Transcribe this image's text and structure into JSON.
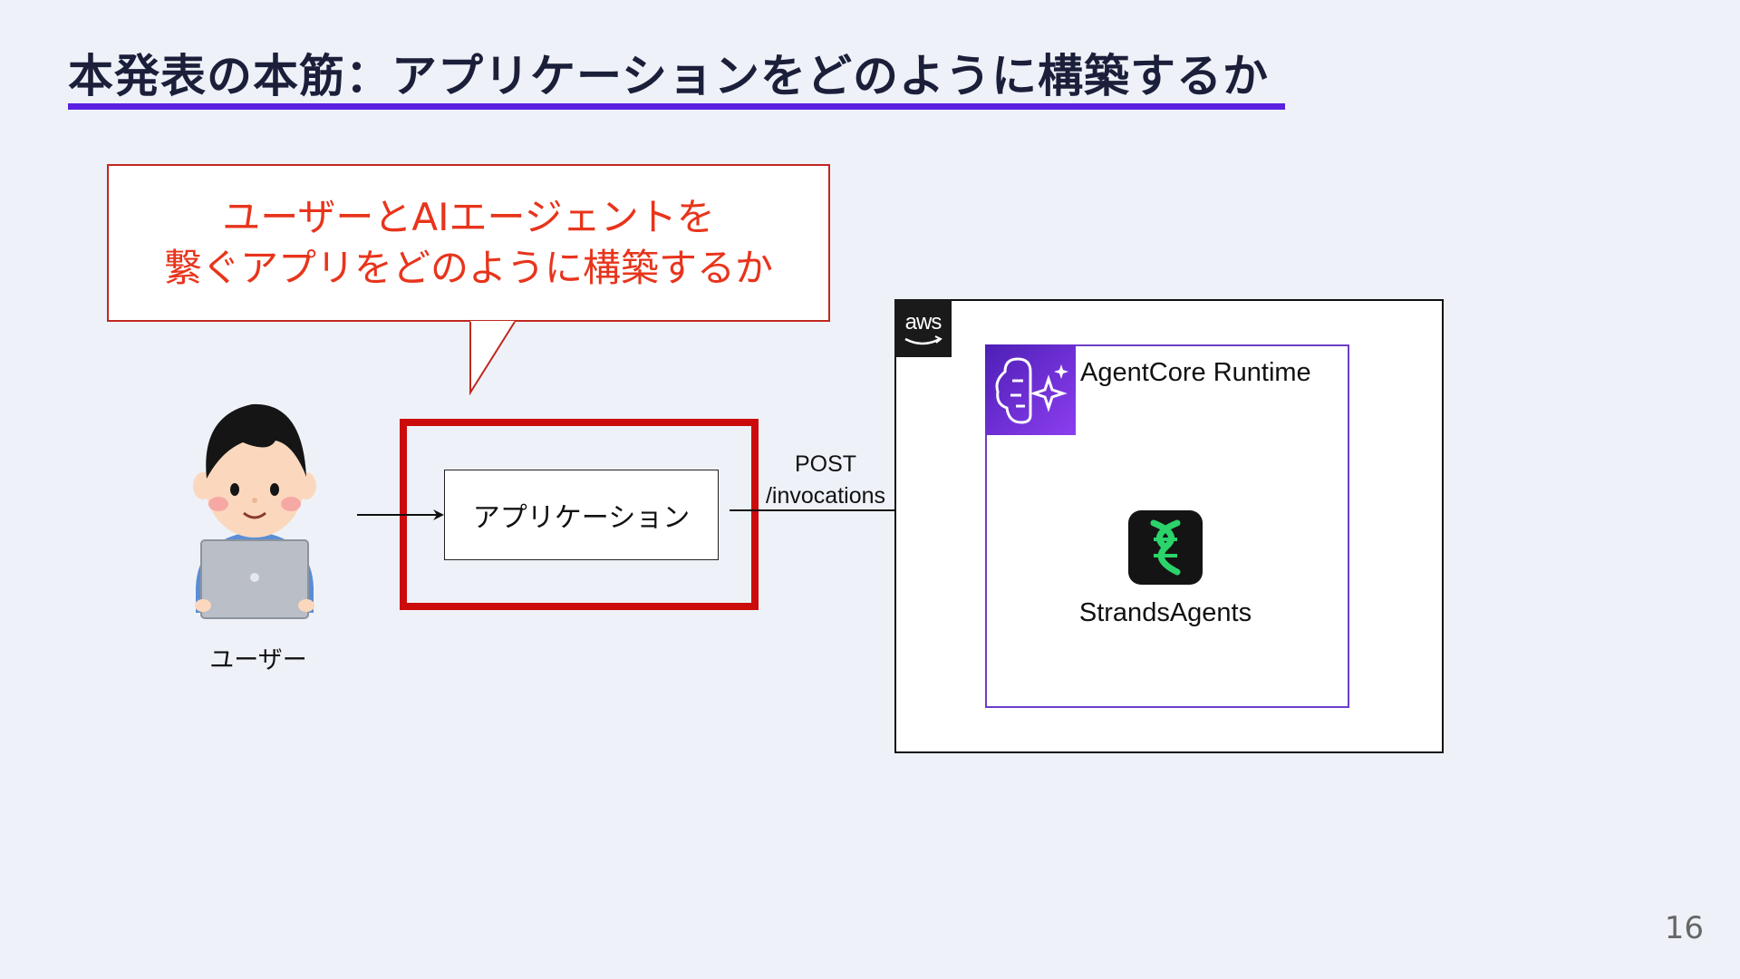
{
  "slide": {
    "title": "本発表の本筋：アプリケーションをどのように構築するか",
    "page_number": "16",
    "accent_color": "#5a22e0"
  },
  "callout": {
    "line1": "ユーザーとAIエージェントを",
    "line2": "繋ぐアプリをどのように構築するか",
    "text_color": "#e8341c"
  },
  "diagram": {
    "user_label": "ユーザー",
    "app_label": "アプリケーション",
    "request_method": "POST",
    "request_path": "/invocations",
    "aws_logo_text": "aws",
    "runtime_label": "AgentCore Runtime",
    "agent_label": "StrandsAgents",
    "highlight_color": "#cc0c0c"
  }
}
